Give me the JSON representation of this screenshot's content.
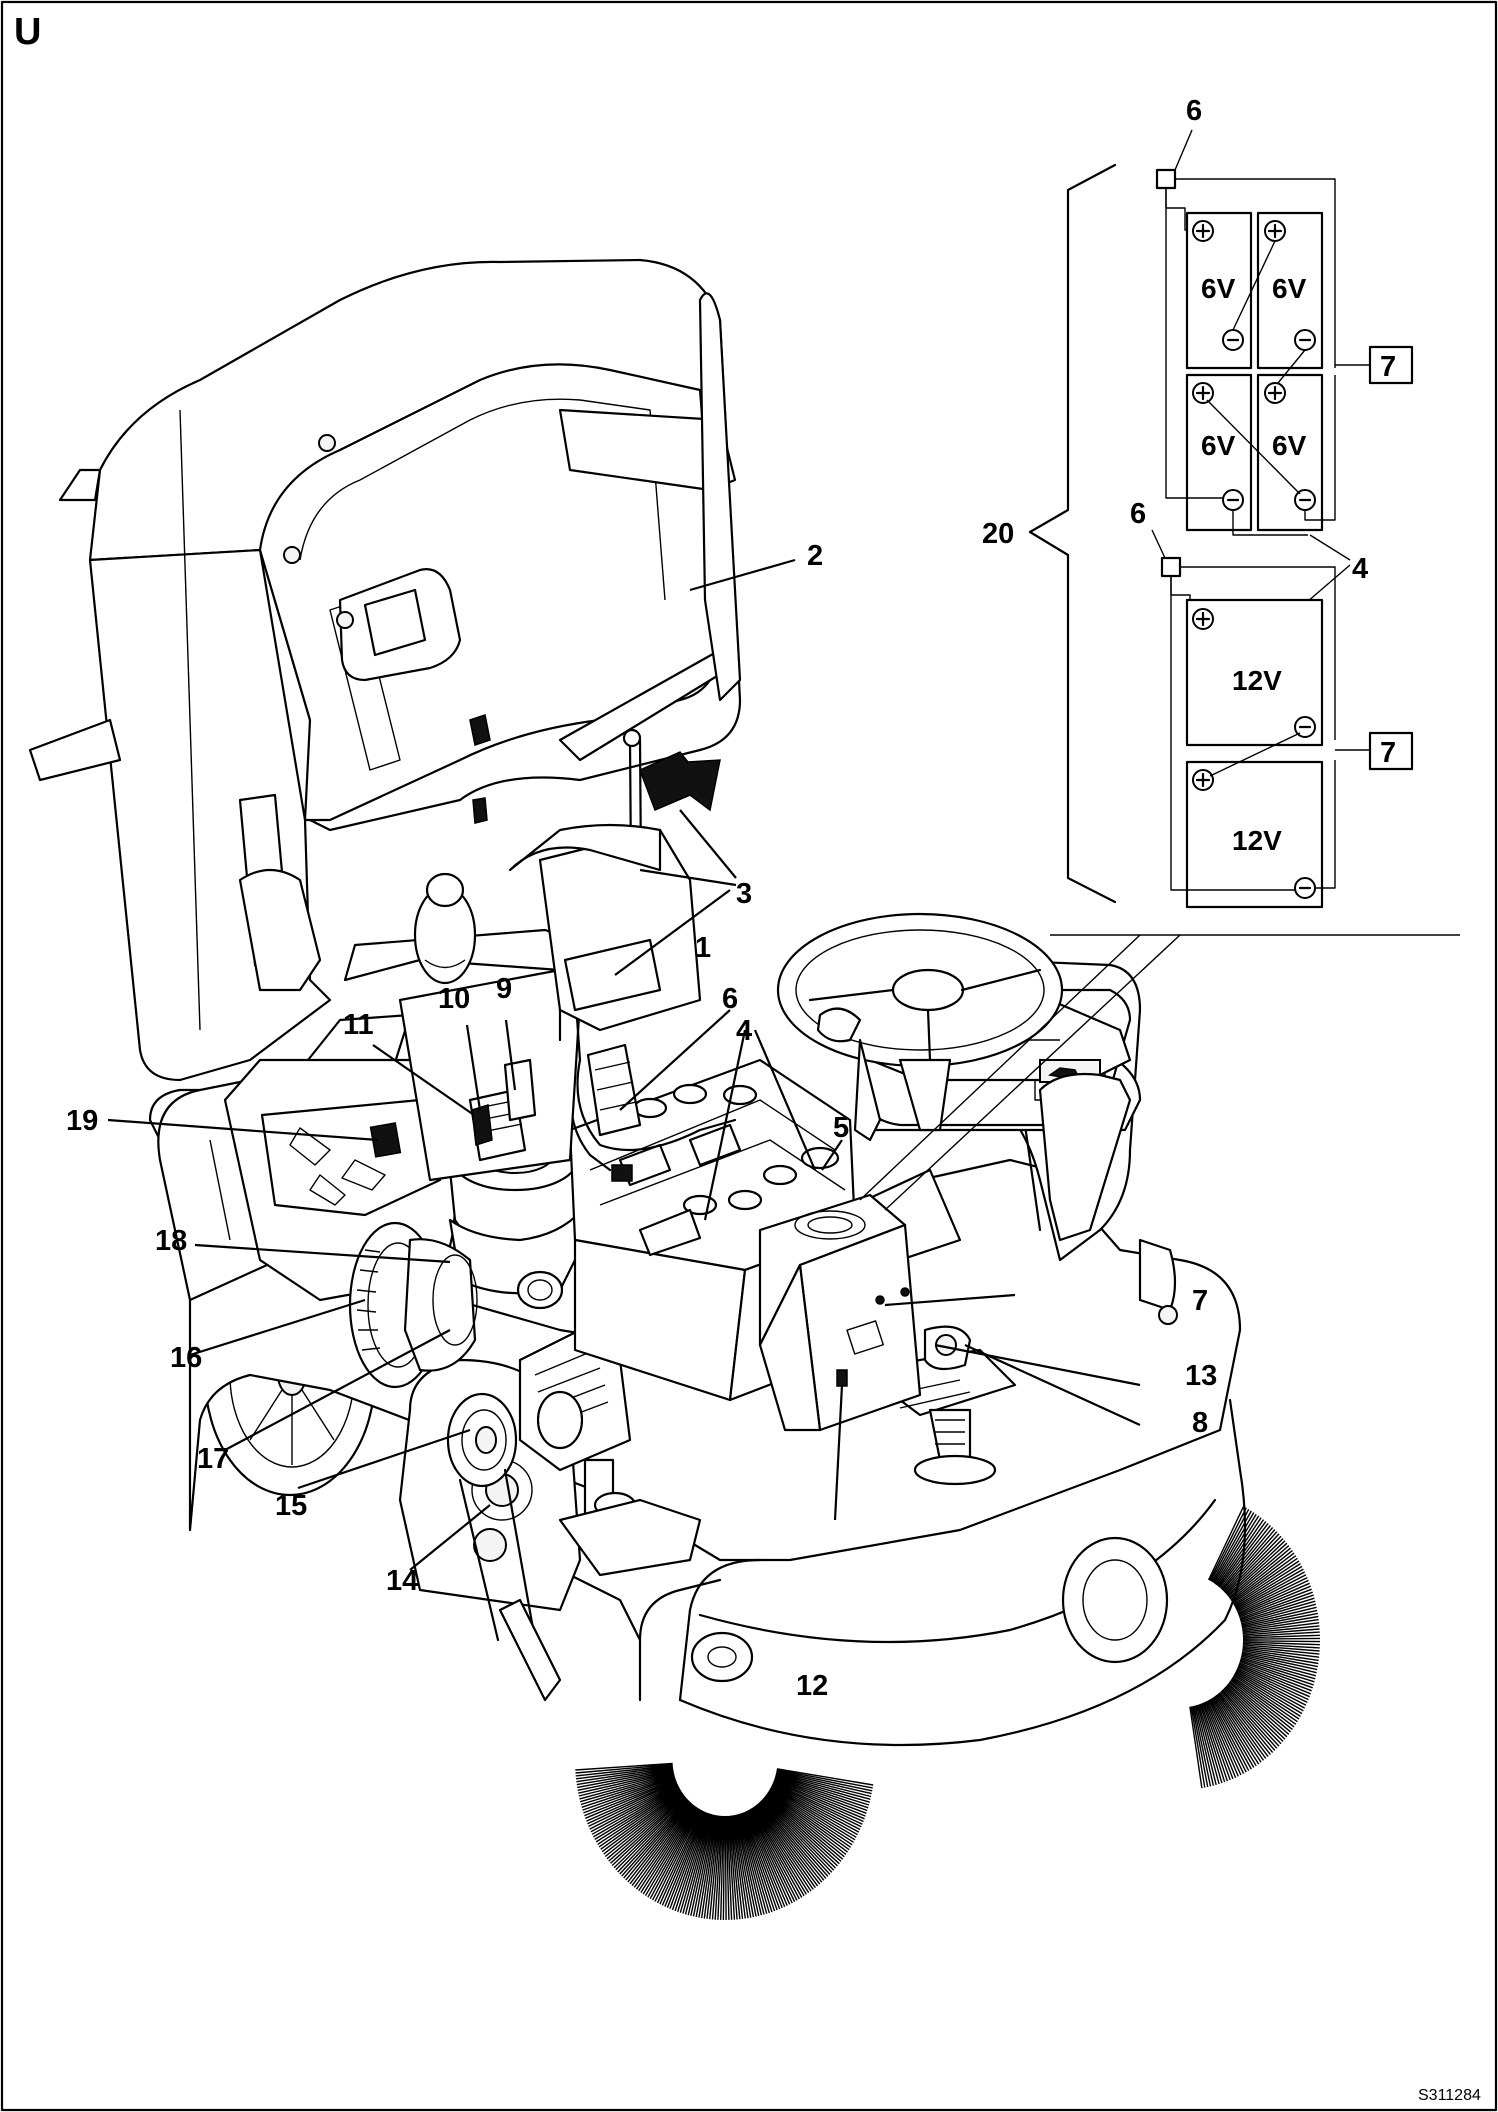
{
  "corner_letter": "U",
  "reference_code": "S311284",
  "callouts": [
    {
      "id": "c1",
      "text": "1"
    },
    {
      "id": "c2",
      "text": "2"
    },
    {
      "id": "c3",
      "text": "3"
    },
    {
      "id": "c4a",
      "text": "4"
    },
    {
      "id": "c5",
      "text": "5"
    },
    {
      "id": "c6a",
      "text": "6"
    },
    {
      "id": "c7a",
      "text": "7"
    },
    {
      "id": "c8",
      "text": "8"
    },
    {
      "id": "c9",
      "text": "9"
    },
    {
      "id": "c10",
      "text": "10"
    },
    {
      "id": "c11",
      "text": "11"
    },
    {
      "id": "c12",
      "text": "12"
    },
    {
      "id": "c13",
      "text": "13"
    },
    {
      "id": "c14",
      "text": "14"
    },
    {
      "id": "c15",
      "text": "15"
    },
    {
      "id": "c16",
      "text": "16"
    },
    {
      "id": "c17",
      "text": "17"
    },
    {
      "id": "c18",
      "text": "18"
    },
    {
      "id": "c19",
      "text": "19"
    }
  ],
  "inset": {
    "bracket_label": "20",
    "connector_label_top": "6",
    "connector_label_mid": "6",
    "battery_label": "4",
    "charger_label_top": "7",
    "charger_label_bottom": "7",
    "batteries_6v": [
      "6V",
      "6V",
      "6V",
      "6V"
    ],
    "batteries_12v": [
      "12V",
      "12V"
    ],
    "plus_symbol": "+",
    "minus_symbol": "−"
  }
}
